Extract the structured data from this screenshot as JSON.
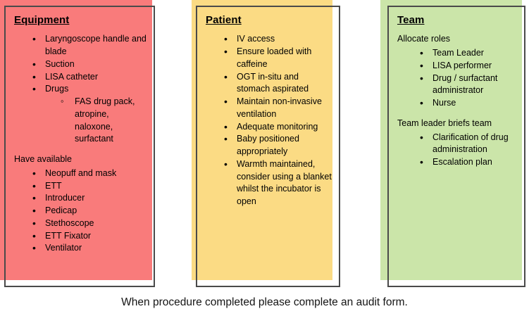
{
  "colors": {
    "equipment_fill": "#F97B7B",
    "patient_fill": "#FBDB84",
    "team_fill": "#CBE5A9",
    "border": "#4a4a4a",
    "text": "#000000",
    "page_background": "#ffffff"
  },
  "panels": [
    {
      "id": "equipment",
      "title": "Equipment",
      "blocks": [
        {
          "type": "bullets",
          "items": [
            {
              "text": "Laryngoscope handle and blade",
              "sub": []
            },
            {
              "text": "Suction",
              "sub": []
            },
            {
              "text": "LISA catheter",
              "sub": []
            },
            {
              "text": "Drugs",
              "sub": [
                "FAS drug pack, atropine, naloxone, surfactant"
              ]
            }
          ]
        },
        {
          "type": "text",
          "text": "Have available"
        },
        {
          "type": "bullets",
          "items": [
            {
              "text": "Neopuff and mask",
              "sub": []
            },
            {
              "text": "ETT",
              "sub": []
            },
            {
              "text": "Introducer",
              "sub": []
            },
            {
              "text": "Pedicap",
              "sub": []
            },
            {
              "text": "Stethoscope",
              "sub": []
            },
            {
              "text": "ETT Fixator",
              "sub": []
            },
            {
              "text": "Ventilator",
              "sub": []
            }
          ]
        }
      ]
    },
    {
      "id": "patient",
      "title": "Patient",
      "blocks": [
        {
          "type": "bullets",
          "items": [
            {
              "text": "IV access",
              "sub": []
            },
            {
              "text": "Ensure loaded with caffeine",
              "sub": []
            },
            {
              "text": "OGT in-situ and stomach aspirated",
              "sub": []
            },
            {
              "text": "Maintain non-invasive ventilation",
              "sub": []
            },
            {
              "text": "Adequate monitoring",
              "sub": []
            },
            {
              "text": "Baby positioned appropriately",
              "sub": []
            },
            {
              "text": "Warmth maintained, consider using a blanket whilst the incubator is open",
              "sub": []
            }
          ]
        }
      ]
    },
    {
      "id": "team",
      "title": "Team",
      "blocks": [
        {
          "type": "text",
          "text": "Allocate roles"
        },
        {
          "type": "bullets",
          "items": [
            {
              "text": "Team Leader",
              "sub": []
            },
            {
              "text": "LISA performer",
              "sub": []
            },
            {
              "text": "Drug / surfactant administrator",
              "sub": []
            },
            {
              "text": "Nurse",
              "sub": []
            }
          ]
        },
        {
          "type": "text",
          "text": "Team leader briefs team"
        },
        {
          "type": "bullets",
          "items": [
            {
              "text": "Clarification of drug administration",
              "sub": []
            },
            {
              "text": "Escalation plan",
              "sub": []
            }
          ]
        }
      ]
    }
  ],
  "caption": "When procedure completed please complete an audit form."
}
